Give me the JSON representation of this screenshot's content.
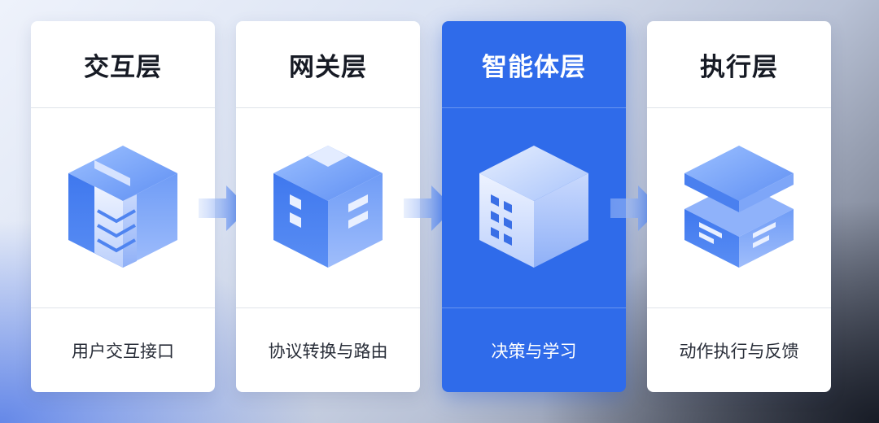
{
  "layers": [
    {
      "title": "交互层",
      "desc": "用户交互接口",
      "icon": "server-stack-cube-icon"
    },
    {
      "title": "网关层",
      "desc": "协议转换与路由",
      "icon": "gateway-cube-icon"
    },
    {
      "title": "智能体层",
      "desc": "决策与学习",
      "icon": "agent-grid-cube-icon",
      "active": true
    },
    {
      "title": "执行层",
      "desc": "动作执行与反馈",
      "icon": "layered-execution-cube-icon"
    }
  ],
  "colors": {
    "accent": "#2f6bea",
    "card_bg": "#ffffff",
    "title_text": "#161a24",
    "desc_text": "#2a2f3a"
  }
}
